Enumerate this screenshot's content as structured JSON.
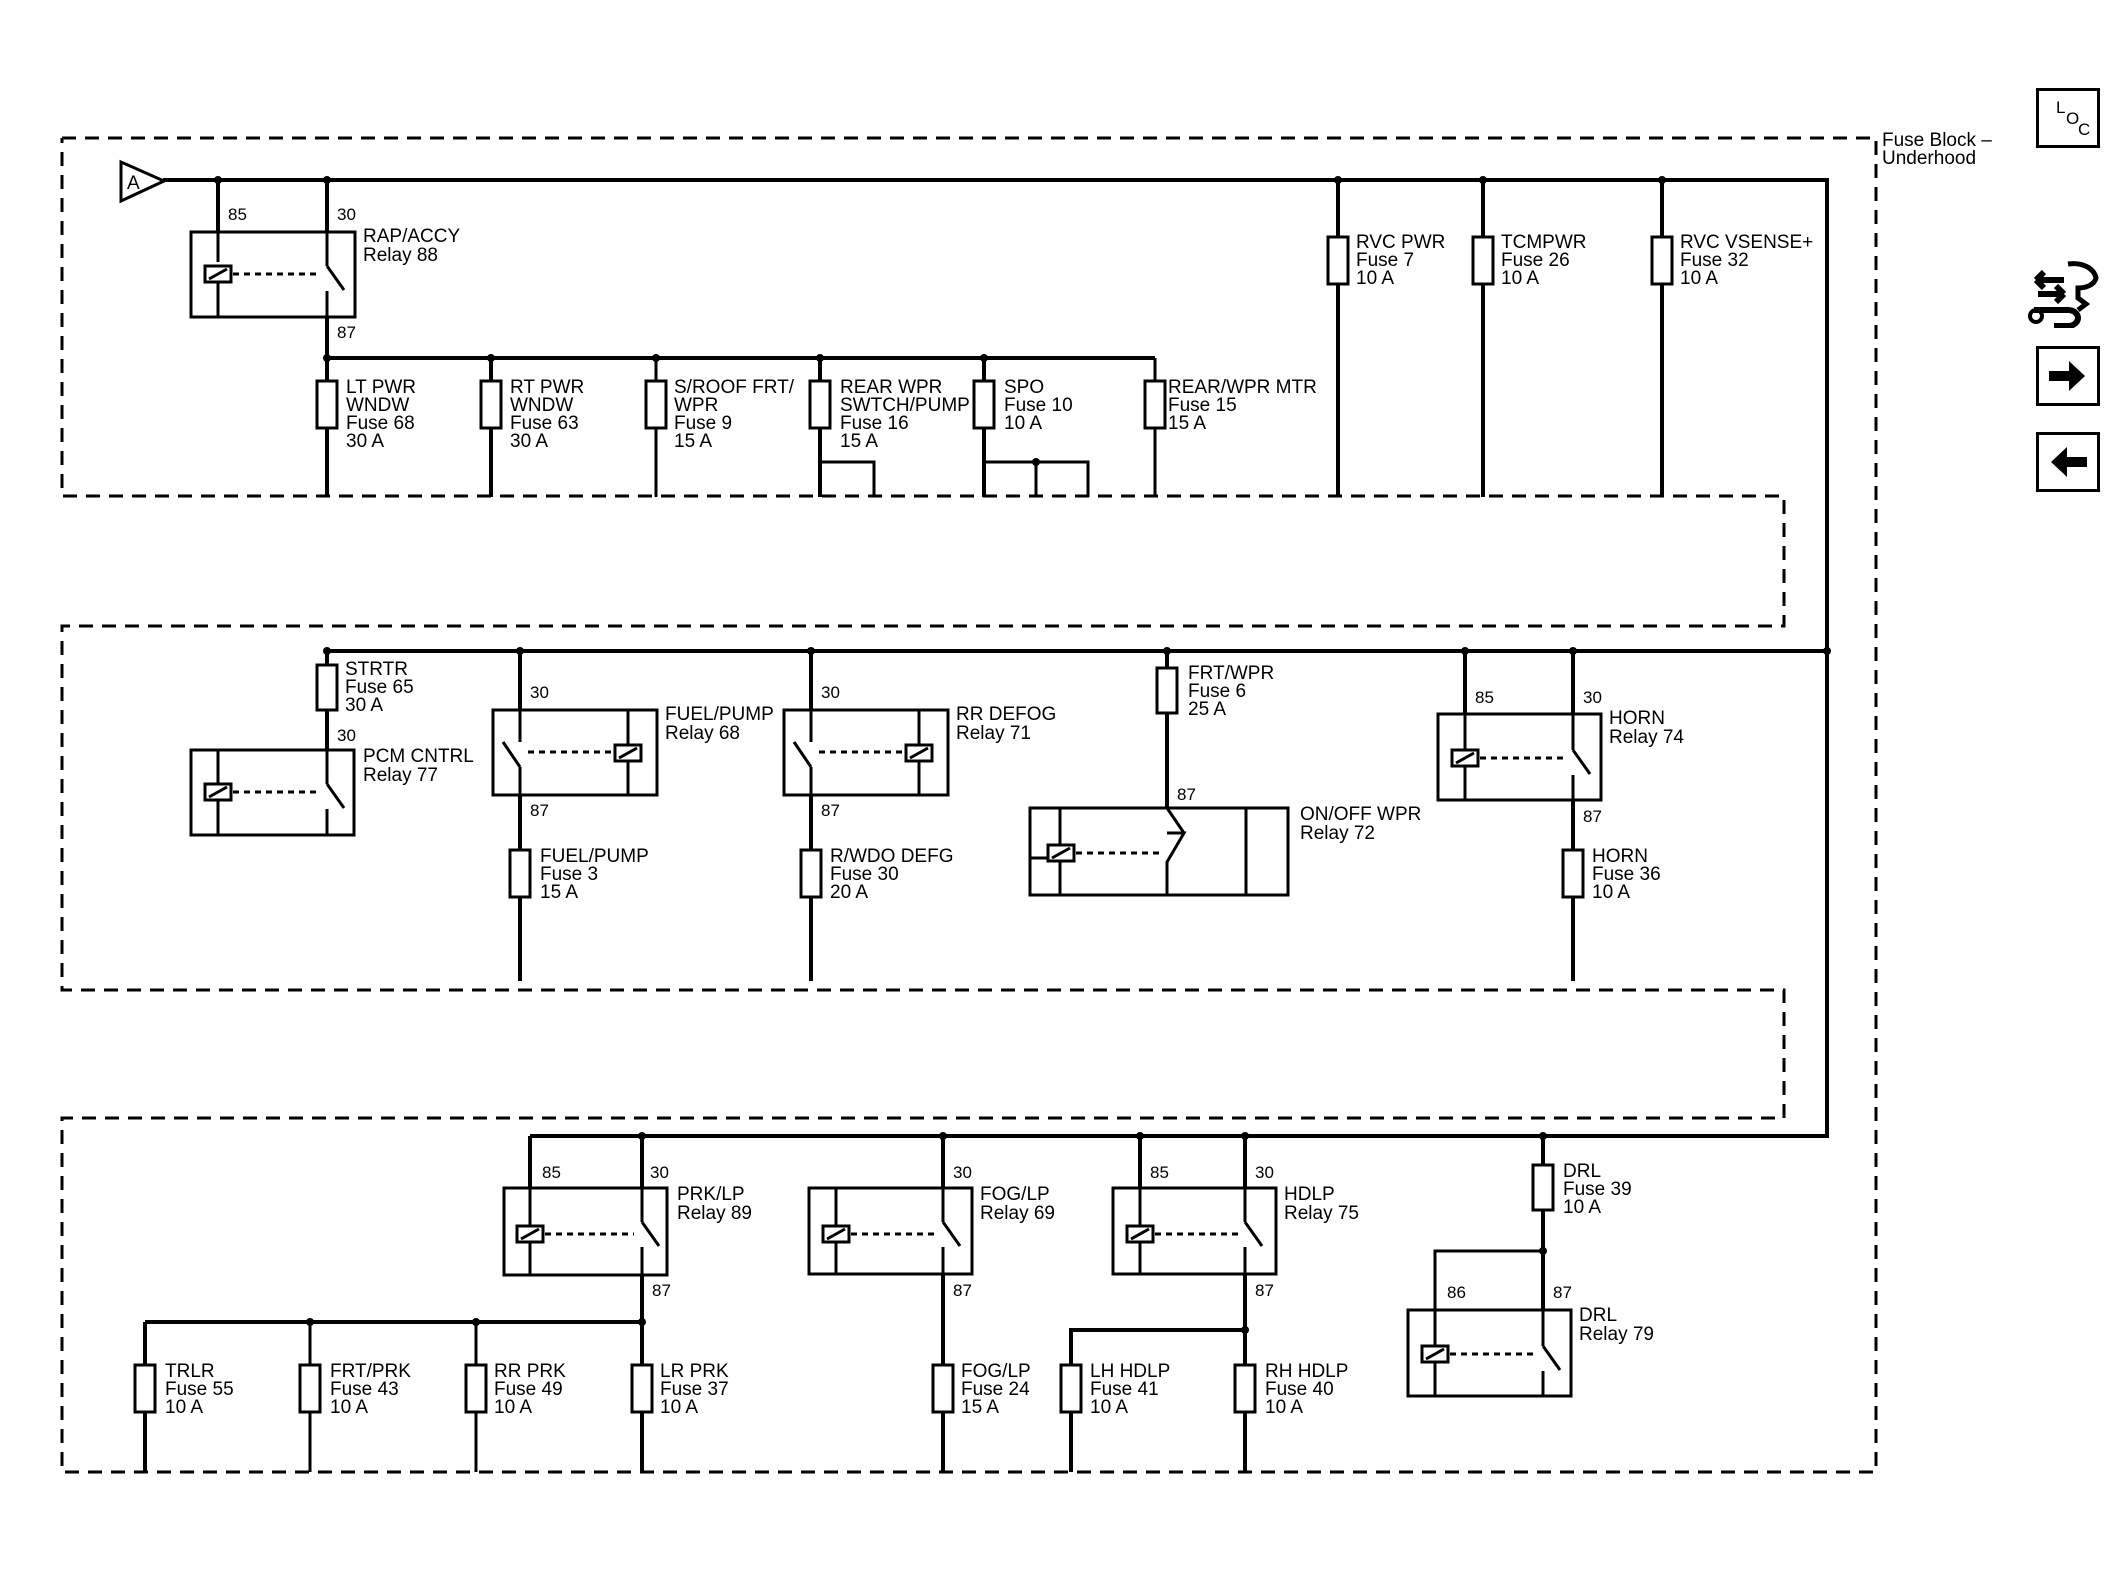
{
  "block_label": [
    "Fuse Block –",
    "Underhood"
  ],
  "connector": "A",
  "loc": [
    "L",
    "O",
    "C"
  ],
  "nav": {
    "tool_icon": "tool-wrench-icon",
    "next_icon": "arrow-right-icon",
    "prev_icon": "arrow-left-icon"
  },
  "relays": [
    {
      "id": "rap-accy",
      "lines": [
        "RAP/ACCY",
        "Relay 88"
      ],
      "pins": [
        "85",
        "30",
        "87"
      ]
    },
    {
      "id": "pcm-cntrl",
      "lines": [
        "PCM CNTRL",
        "Relay 77"
      ],
      "pins": [
        "30"
      ]
    },
    {
      "id": "fuel-pump",
      "lines": [
        "FUEL/PUMP",
        "Relay 68"
      ],
      "pins": [
        "30",
        "87"
      ]
    },
    {
      "id": "rr-defog",
      "lines": [
        "RR DEFOG",
        "Relay 71"
      ],
      "pins": [
        "30",
        "87"
      ]
    },
    {
      "id": "on-off-wpr",
      "lines": [
        "ON/OFF WPR",
        "Relay 72"
      ],
      "pins": [
        "87"
      ]
    },
    {
      "id": "horn",
      "lines": [
        "HORN",
        "Relay 74"
      ],
      "pins": [
        "85",
        "30",
        "87"
      ]
    },
    {
      "id": "prk-lp",
      "lines": [
        "PRK/LP",
        "Relay 89"
      ],
      "pins": [
        "85",
        "30",
        "87"
      ]
    },
    {
      "id": "fog-lp",
      "lines": [
        "FOG/LP",
        "Relay 69"
      ],
      "pins": [
        "30",
        "87"
      ]
    },
    {
      "id": "hdlp",
      "lines": [
        "HDLP",
        "Relay 75"
      ],
      "pins": [
        "85",
        "30",
        "87"
      ]
    },
    {
      "id": "drl",
      "lines": [
        "DRL",
        "Relay 79"
      ],
      "pins": [
        "86",
        "87"
      ]
    }
  ],
  "fuses": [
    {
      "id": "rvc-pwr",
      "lines": [
        "RVC PWR",
        "Fuse 7",
        "10 A"
      ]
    },
    {
      "id": "tcmpwr",
      "lines": [
        "TCMPWR",
        "Fuse 26",
        "10 A"
      ]
    },
    {
      "id": "rvc-vsense",
      "lines": [
        "RVC VSENSE+",
        "Fuse 32",
        "10 A"
      ]
    },
    {
      "id": "lt-pwr-wndw",
      "lines": [
        "LT PWR",
        "WNDW",
        "Fuse 68",
        "30 A"
      ]
    },
    {
      "id": "rt-pwr-wndw",
      "lines": [
        "RT PWR",
        "WNDW",
        "Fuse 63",
        "30 A"
      ]
    },
    {
      "id": "s-roof-frt-wpr",
      "lines": [
        "S/ROOF FRT/",
        "WPR",
        "Fuse 9",
        "15 A"
      ]
    },
    {
      "id": "rear-wpr-swtch-pump",
      "lines": [
        "REAR WPR",
        "SWTCH/PUMP",
        "Fuse 16",
        "15 A"
      ]
    },
    {
      "id": "spo",
      "lines": [
        "SPO",
        "Fuse 10",
        "10 A"
      ]
    },
    {
      "id": "rear-wpr-mtr",
      "lines": [
        "REAR/WPR MTR",
        "Fuse 15",
        "15 A"
      ]
    },
    {
      "id": "strtr",
      "lines": [
        "STRTR",
        "Fuse 65",
        "30 A"
      ]
    },
    {
      "id": "frt-wpr",
      "lines": [
        "FRT/WPR",
        "Fuse 6",
        "25 A"
      ]
    },
    {
      "id": "fuel-pump-fuse",
      "lines": [
        "FUEL/PUMP",
        "Fuse 3",
        "15 A"
      ]
    },
    {
      "id": "r-wdo-defg",
      "lines": [
        "R/WDO DEFG",
        "Fuse 30",
        "20 A"
      ]
    },
    {
      "id": "horn-fuse",
      "lines": [
        "HORN",
        "Fuse 36",
        "10 A"
      ]
    },
    {
      "id": "drl-fuse",
      "lines": [
        "DRL",
        "Fuse 39",
        "10 A"
      ]
    },
    {
      "id": "trlr",
      "lines": [
        "TRLR",
        "Fuse 55",
        "10 A"
      ]
    },
    {
      "id": "frt-prk",
      "lines": [
        "FRT/PRK",
        "Fuse 43",
        "10 A"
      ]
    },
    {
      "id": "rr-prk",
      "lines": [
        "RR PRK",
        "Fuse 49",
        "10 A"
      ]
    },
    {
      "id": "lr-prk",
      "lines": [
        "LR PRK",
        "Fuse 37",
        "10 A"
      ]
    },
    {
      "id": "fog-lp-fuse",
      "lines": [
        "FOG/LP",
        "Fuse 24",
        "15 A"
      ]
    },
    {
      "id": "lh-hdlp",
      "lines": [
        "LH HDLP",
        "Fuse 41",
        "10 A"
      ]
    },
    {
      "id": "rh-hdlp",
      "lines": [
        "RH HDLP",
        "Fuse 40",
        "10 A"
      ]
    }
  ]
}
